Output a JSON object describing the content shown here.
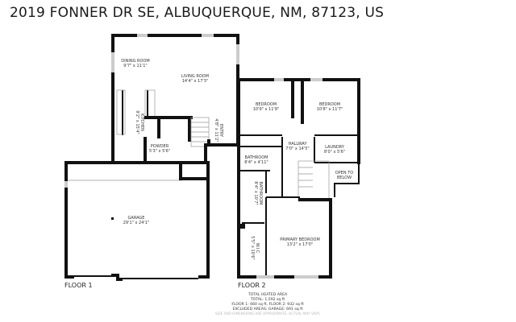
{
  "title": "2019 FONNER DR SE, ALBUQUERQUE, NM, 87123, US",
  "floor1": {
    "label": "FLOOR 1",
    "rooms": [
      {
        "name": "DINING ROOM",
        "size": "9'7\" x 11'1\""
      },
      {
        "name": "LIVING ROOM",
        "size": "14'4\" x 17'3\""
      },
      {
        "name": "KITCHEN",
        "size": "9'2\" x 15'4\""
      },
      {
        "name": "ENTRY",
        "size": "4'8\" x 11'2\""
      },
      {
        "name": "POWDER",
        "size": "5'3\" x 5'6\""
      },
      {
        "name": "GARAGE",
        "size": "29'1\" x 24'1\""
      }
    ]
  },
  "floor2": {
    "label": "FLOOR 2",
    "rooms": [
      {
        "name": "BEDROOM",
        "size": "10'9\" x 11'9\""
      },
      {
        "name": "BEDROOM",
        "size": "10'8\" x 11'7\""
      },
      {
        "name": "HALLWAY",
        "size": "7'0\" x 14'5\""
      },
      {
        "name": "LAUNDRY",
        "size": "8'0\" x 5'6\""
      },
      {
        "name": "BATHROOM",
        "size": "8'4\" x 4'11\""
      },
      {
        "name": "OPEN TO",
        "size": "BELOW"
      },
      {
        "name": "BATHROOM",
        "size": "8'4\" x 10'7\""
      },
      {
        "name": "W.I.C",
        "size": "5'5\" x 10'6\""
      },
      {
        "name": "PRIMARY BEDROOM",
        "size": "13'2\" x 17'0\""
      }
    ]
  },
  "area": {
    "heading": "TOTAL HEATED AREA",
    "total": "TOTAL: 1,592 sq ft",
    "floors": "FLOOR 1: 660 sq ft, FLOOR 2: 932 sq ft",
    "excluded": "EXCLUDED AREAS: GARAGE: 691 sq ft",
    "disclaimer": "SIZE AND DIMENSIONS ARE APPROXIMATE, ACTUAL MAY VARY."
  }
}
